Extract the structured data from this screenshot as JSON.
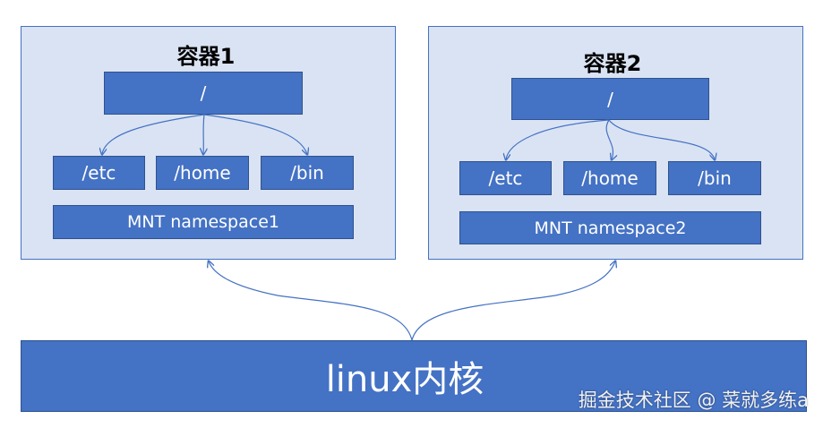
{
  "container1": {
    "title": "容器1",
    "root": "/",
    "dirs": [
      "/etc",
      "/home",
      "/bin"
    ],
    "namespace": "MNT namespace1"
  },
  "container2": {
    "title": "容器2",
    "root": "/",
    "dirs": [
      "/etc",
      "/home",
      "/bin"
    ],
    "namespace": "MNT namespace2"
  },
  "kernel": {
    "label": "linux内核"
  },
  "watermark": "掘金技术社区 @ 菜就多练a",
  "colors": {
    "panel_fill": "#dae3f3",
    "box_fill": "#4472c4",
    "border": "#2f528f",
    "text_on_box": "#ffffff"
  }
}
